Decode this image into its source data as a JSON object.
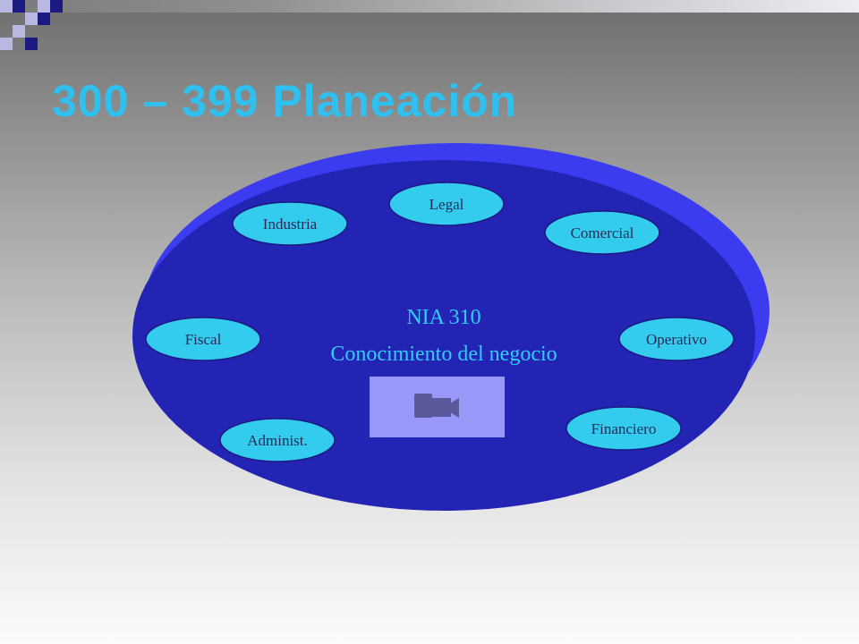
{
  "title": "300 – 399 Planeación",
  "center": {
    "line1": "NIA 310",
    "line2": "Conocimiento del negocio"
  },
  "nodes": {
    "legal": "Legal",
    "industria": "Industria",
    "comercial": "Comercial",
    "fiscal": "Fiscal",
    "operativo": "Operativo",
    "administ": "Administ.",
    "financiero": "Financiero"
  },
  "media": {
    "icon": "video-camera-icon"
  },
  "colors": {
    "title": "#2fc0f0",
    "ellipse_back": "#3b3bf0",
    "ellipse_front": "#2323b4",
    "node_fill": "#33ccee",
    "node_stroke": "#1a1a80",
    "center_text": "#33ccff",
    "media_box": "#9898f8",
    "camera": "#5a5a9a",
    "decor_dark": "#1a1a80",
    "decor_light": "#b8b8e0"
  }
}
